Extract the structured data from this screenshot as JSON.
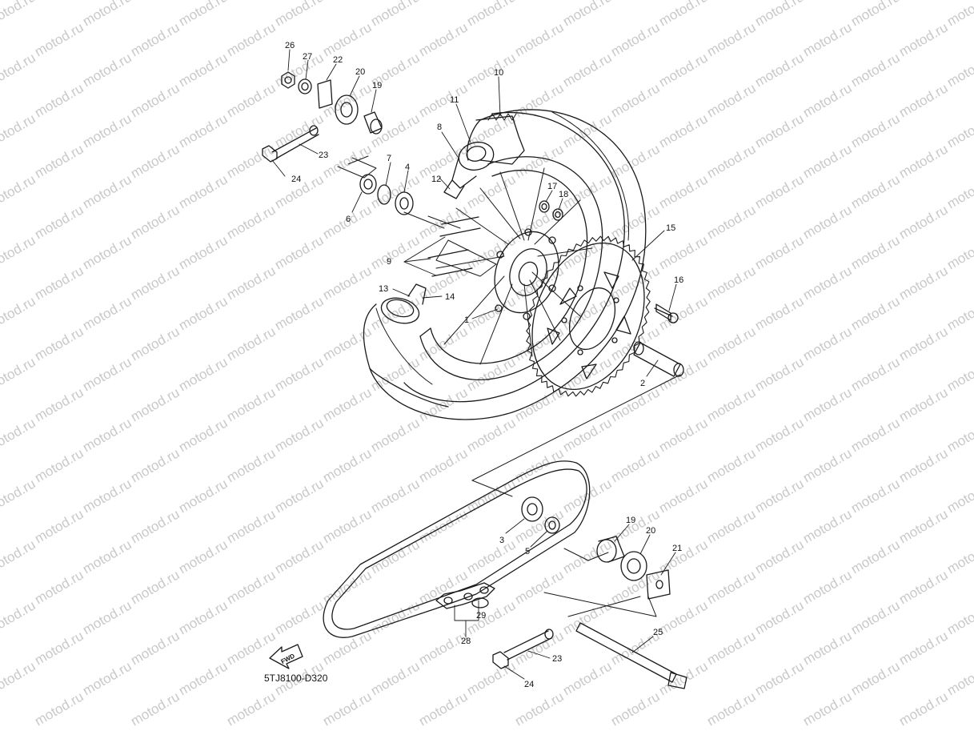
{
  "watermark": "motod.ru",
  "diagram_code": "5TJ8100-D320",
  "fwd_label": "FWD",
  "colors": {
    "line": "#1a1a1a",
    "watermark": "#c9c9c9",
    "background": "#ffffff"
  },
  "callouts": [
    {
      "id": "26",
      "label": "26"
    },
    {
      "id": "27",
      "label": "27"
    },
    {
      "id": "22",
      "label": "22"
    },
    {
      "id": "20a",
      "label": "20"
    },
    {
      "id": "19a",
      "label": "19"
    },
    {
      "id": "10",
      "label": "10"
    },
    {
      "id": "11",
      "label": "11"
    },
    {
      "id": "8",
      "label": "8"
    },
    {
      "id": "23a",
      "label": "23"
    },
    {
      "id": "24a",
      "label": "24"
    },
    {
      "id": "7",
      "label": "7"
    },
    {
      "id": "4",
      "label": "4"
    },
    {
      "id": "12",
      "label": "12"
    },
    {
      "id": "6",
      "label": "6"
    },
    {
      "id": "17",
      "label": "17"
    },
    {
      "id": "18",
      "label": "18"
    },
    {
      "id": "15",
      "label": "15"
    },
    {
      "id": "9",
      "label": "9"
    },
    {
      "id": "16",
      "label": "16"
    },
    {
      "id": "13",
      "label": "13"
    },
    {
      "id": "14",
      "label": "14"
    },
    {
      "id": "1",
      "label": "1"
    },
    {
      "id": "2",
      "label": "2"
    },
    {
      "id": "3",
      "label": "3"
    },
    {
      "id": "5",
      "label": "5"
    },
    {
      "id": "19b",
      "label": "19"
    },
    {
      "id": "20b",
      "label": "20"
    },
    {
      "id": "21",
      "label": "21"
    },
    {
      "id": "29",
      "label": "29"
    },
    {
      "id": "28",
      "label": "28"
    },
    {
      "id": "25",
      "label": "25"
    },
    {
      "id": "23b",
      "label": "23"
    },
    {
      "id": "24b",
      "label": "24"
    }
  ]
}
